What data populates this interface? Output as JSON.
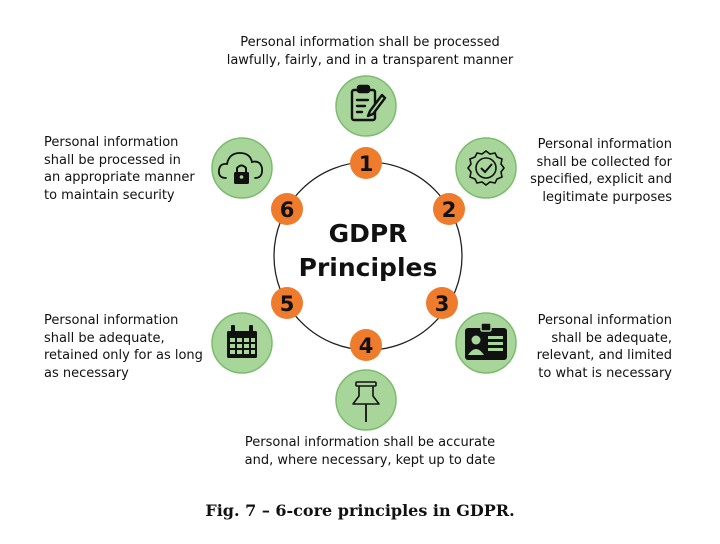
{
  "center": {
    "line1": "GDPR",
    "line2": "Principles"
  },
  "principles": [
    {
      "number": "1",
      "icon": "clipboard-pen-icon",
      "lines": [
        "Personal information shall be processed",
        "lawfully, fairly, and in a transparent manner"
      ]
    },
    {
      "number": "2",
      "icon": "certified-badge-icon",
      "lines": [
        "Personal information",
        "shall be collected for",
        "specified, explicit and",
        "legitimate purposes"
      ]
    },
    {
      "number": "3",
      "icon": "id-card-icon",
      "lines": [
        "Personal information",
        "shall be adequate,",
        "relevant, and limited",
        "to what is necessary"
      ]
    },
    {
      "number": "4",
      "icon": "push-pin-icon",
      "lines": [
        "Personal information shall be accurate",
        "and, where necessary, kept up to date"
      ]
    },
    {
      "number": "5",
      "icon": "calendar-icon",
      "lines": [
        "Personal information",
        "shall be adequate,",
        "retained only for as long",
        "as necessary"
      ]
    },
    {
      "number": "6",
      "icon": "cloud-lock-icon",
      "lines": [
        "Personal information",
        "shall be processed in",
        "an appropriate manner",
        "to maintain security"
      ]
    }
  ],
  "caption": "Fig. 7 – 6-core principles in GDPR.",
  "colors": {
    "badge": "#ef7b2d",
    "icon_fill": "#a8d69a",
    "icon_border": "#7cbb6e",
    "ring": "#222222"
  }
}
